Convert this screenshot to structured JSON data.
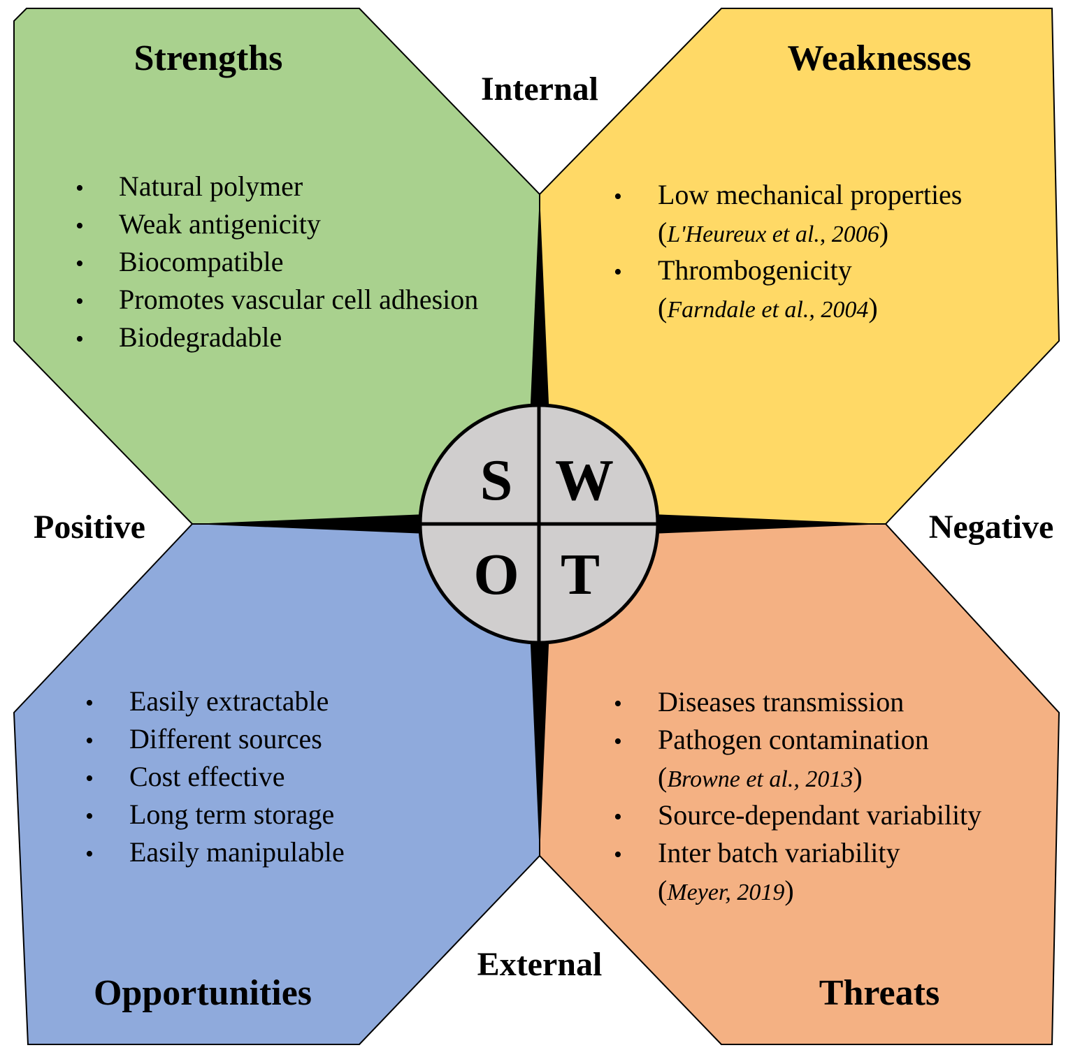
{
  "colors": {
    "strengths": "#a9d18e",
    "weaknesses": "#ffd966",
    "opportunities": "#8faadc",
    "threats": "#f4b183",
    "center": "#d0cece"
  },
  "axes": {
    "internal": "Internal",
    "external": "External",
    "positive": "Positive",
    "negative": "Negative"
  },
  "center_letters": {
    "s": "S",
    "w": "W",
    "o": "O",
    "t": "T"
  },
  "strengths": {
    "title": "Strengths",
    "items": [
      "Natural polymer",
      "Weak antigenicity",
      "Biocompatible",
      "Promotes vascular cell adhesion",
      "Biodegradable"
    ]
  },
  "weaknesses": {
    "title": "Weaknesses",
    "items": [
      {
        "text": "Low mechanical properties",
        "cite": "L'Heureux et al., 2006"
      },
      {
        "text": "Thrombogenicity",
        "cite": "Farndale et al., 2004"
      }
    ]
  },
  "opportunities": {
    "title": "Opportunities",
    "items": [
      "Easily extractable",
      "Different sources",
      "Cost effective",
      "Long term storage",
      "Easily manipulable"
    ]
  },
  "threats": {
    "title": "Threats",
    "items": [
      {
        "text": "Diseases transmission",
        "cite": ""
      },
      {
        "text": "Pathogen contamination",
        "cite": "Browne et al., 2013"
      },
      {
        "text": "Source-dependant variability",
        "cite": ""
      },
      {
        "text": "Inter batch variability",
        "cite": "Meyer, 2019"
      }
    ]
  }
}
